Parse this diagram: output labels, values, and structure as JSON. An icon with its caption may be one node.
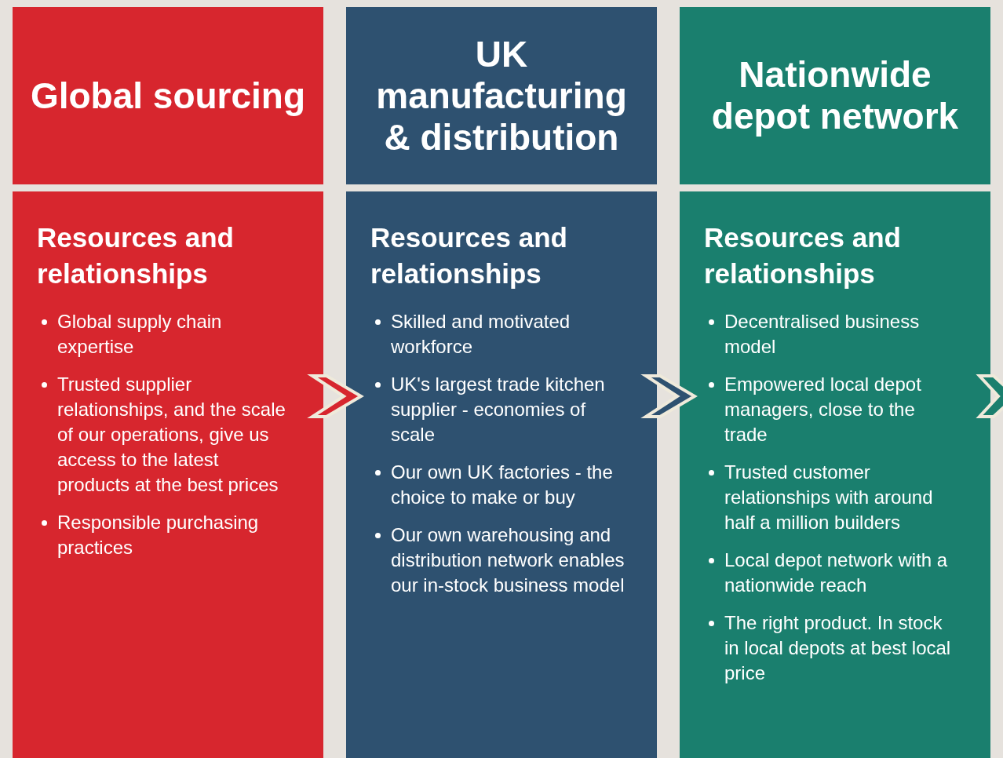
{
  "diagram": {
    "nodes": [
      {
        "text": [
          "Global sourcing"
        ]
      },
      {
        "text": [
          "UK manufacturing & distribution"
        ]
      },
      {
        "text": [
          "Nationwide depot network"
        ]
      },
      {
        "text": [
          "Resources and relationships",
          "Global supply chain expertise",
          "Trusted supplier relationships, and the scale of our operations, give us access to the latest products at the best prices",
          "Responsible purchasing practices"
        ]
      },
      {
        "text": [
          "Resources and relationships",
          "Skilled and motivated workforce",
          "UK's largest trade kitchen supplier - economies of scale",
          "Our own UK factories - the choice to make or buy",
          "Our own warehousing and distribution network enables our in-stock business model"
        ]
      },
      {
        "text": [
          "Resources and relationships",
          "Decentralised business model",
          "Empowered local depot managers, close to the trade",
          "Trusted customer relationships with around half a million builders",
          "Local depot network with a nationwide reach",
          "The right product. In stock in local depots at best local price"
        ]
      }
    ],
    "edges": [
      {
        "from": 3,
        "to": 4,
        "arrow": "to"
      },
      {
        "from": 4,
        "to": 5,
        "arrow": "to"
      },
      {
        "from": 5,
        "to": null,
        "arrow": "to"
      }
    ]
  }
}
